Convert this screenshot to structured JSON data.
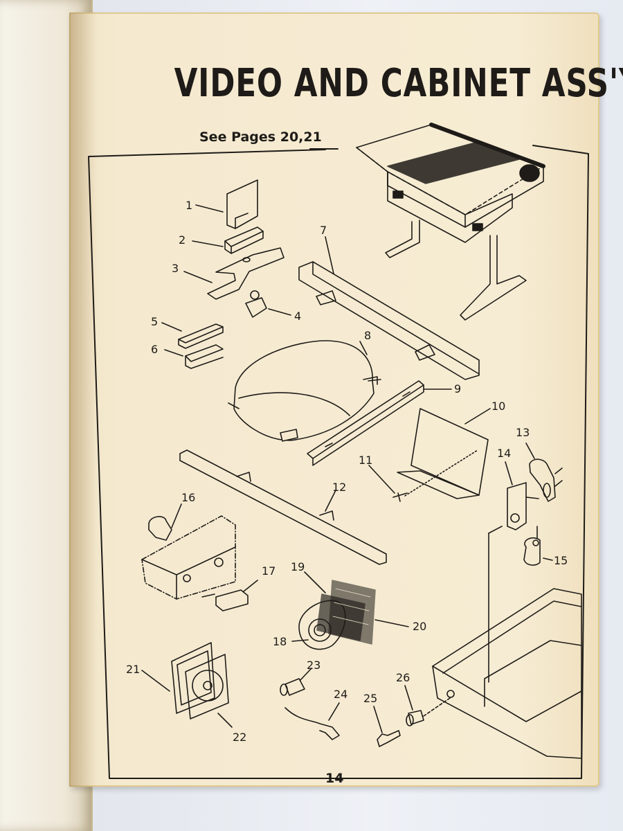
{
  "document": {
    "title": "VIDEO AND CABINET ASS'Y",
    "see_pages": "See Pages 20,21",
    "page_number": "14"
  },
  "parts": {
    "p1": "1",
    "p2": "2",
    "p3": "3",
    "p4": "4",
    "p5": "5",
    "p6": "6",
    "p7": "7",
    "p8": "8",
    "p9": "9",
    "p10": "10",
    "p11": "11",
    "p12": "12",
    "p13": "13",
    "p14": "14",
    "p15": "15",
    "p16": "16",
    "p17": "17",
    "p18": "18",
    "p19": "19",
    "p20": "20",
    "p21": "21",
    "p22": "22",
    "p23": "23",
    "p24": "24",
    "p25": "25",
    "p26": "26"
  },
  "colors": {
    "ink": "#1e1b18",
    "paper": "#f5ead0"
  }
}
